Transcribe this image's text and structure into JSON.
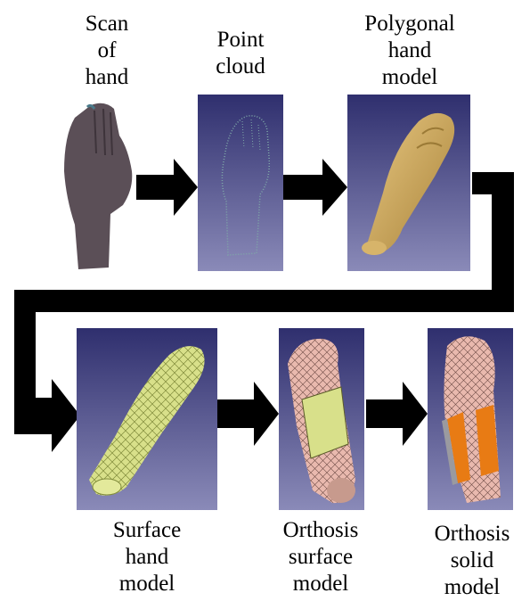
{
  "steps": [
    {
      "lines": [
        "Scan",
        "of",
        "hand"
      ]
    },
    {
      "lines": [
        "Point",
        "cloud"
      ]
    },
    {
      "lines": [
        "Polygonal",
        "hand",
        "model"
      ]
    },
    {
      "lines": [
        "Surface",
        "hand",
        "model"
      ]
    },
    {
      "lines": [
        "Orthosis",
        "surface",
        "model"
      ]
    },
    {
      "lines": [
        "Orthosis",
        "solid",
        "model"
      ]
    }
  ],
  "colors": {
    "panel_bg_top": "#2f2f6e",
    "panel_bg_bottom": "#8a8ab8",
    "arrow": "#000000",
    "hand_scan": "#5b4f57",
    "point_cloud": "#7fa9a8",
    "polygonal": "#c9a458",
    "surface_mesh": "#d8e08a",
    "skin": "#e9b9ae",
    "orthosis_solid": "#e87b14"
  }
}
